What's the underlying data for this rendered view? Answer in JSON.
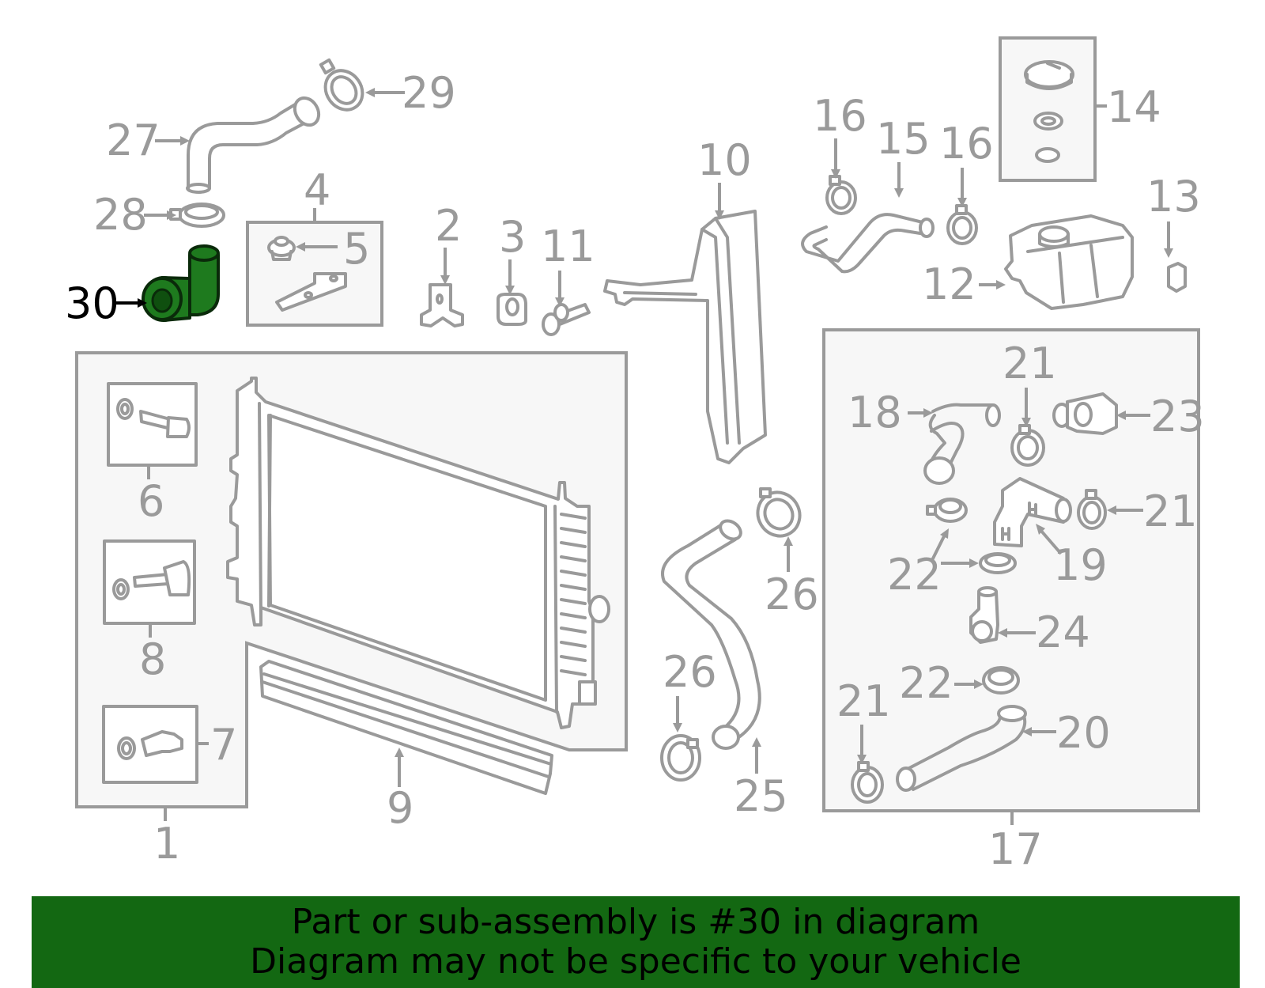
{
  "parts": [
    {
      "id": "1",
      "label": "1"
    },
    {
      "id": "2",
      "label": "2"
    },
    {
      "id": "3",
      "label": "3"
    },
    {
      "id": "4",
      "label": "4"
    },
    {
      "id": "5",
      "label": "5"
    },
    {
      "id": "6",
      "label": "6"
    },
    {
      "id": "7",
      "label": "7"
    },
    {
      "id": "8",
      "label": "8"
    },
    {
      "id": "9",
      "label": "9"
    },
    {
      "id": "10",
      "label": "10"
    },
    {
      "id": "11",
      "label": "11"
    },
    {
      "id": "12",
      "label": "12"
    },
    {
      "id": "13",
      "label": "13"
    },
    {
      "id": "14",
      "label": "14"
    },
    {
      "id": "15",
      "label": "15"
    },
    {
      "id": "16a",
      "label": "16"
    },
    {
      "id": "16b",
      "label": "16"
    },
    {
      "id": "17",
      "label": "17"
    },
    {
      "id": "18",
      "label": "18"
    },
    {
      "id": "19",
      "label": "19"
    },
    {
      "id": "20",
      "label": "20"
    },
    {
      "id": "21a",
      "label": "21"
    },
    {
      "id": "21b",
      "label": "21"
    },
    {
      "id": "21c",
      "label": "21"
    },
    {
      "id": "22a",
      "label": "22"
    },
    {
      "id": "22b",
      "label": "22"
    },
    {
      "id": "23",
      "label": "23"
    },
    {
      "id": "24",
      "label": "24"
    },
    {
      "id": "25",
      "label": "25"
    },
    {
      "id": "26a",
      "label": "26"
    },
    {
      "id": "26b",
      "label": "26"
    },
    {
      "id": "27",
      "label": "27"
    },
    {
      "id": "28",
      "label": "28"
    },
    {
      "id": "29",
      "label": "29"
    },
    {
      "id": "30",
      "label": "30"
    }
  ],
  "highlight": {
    "part": "30",
    "color": "#1e7a1e"
  },
  "banner": {
    "line1": "Part or sub-assembly is #30 in diagram",
    "line2": "Diagram may not be specific to your vehicle",
    "background": "#136812"
  }
}
